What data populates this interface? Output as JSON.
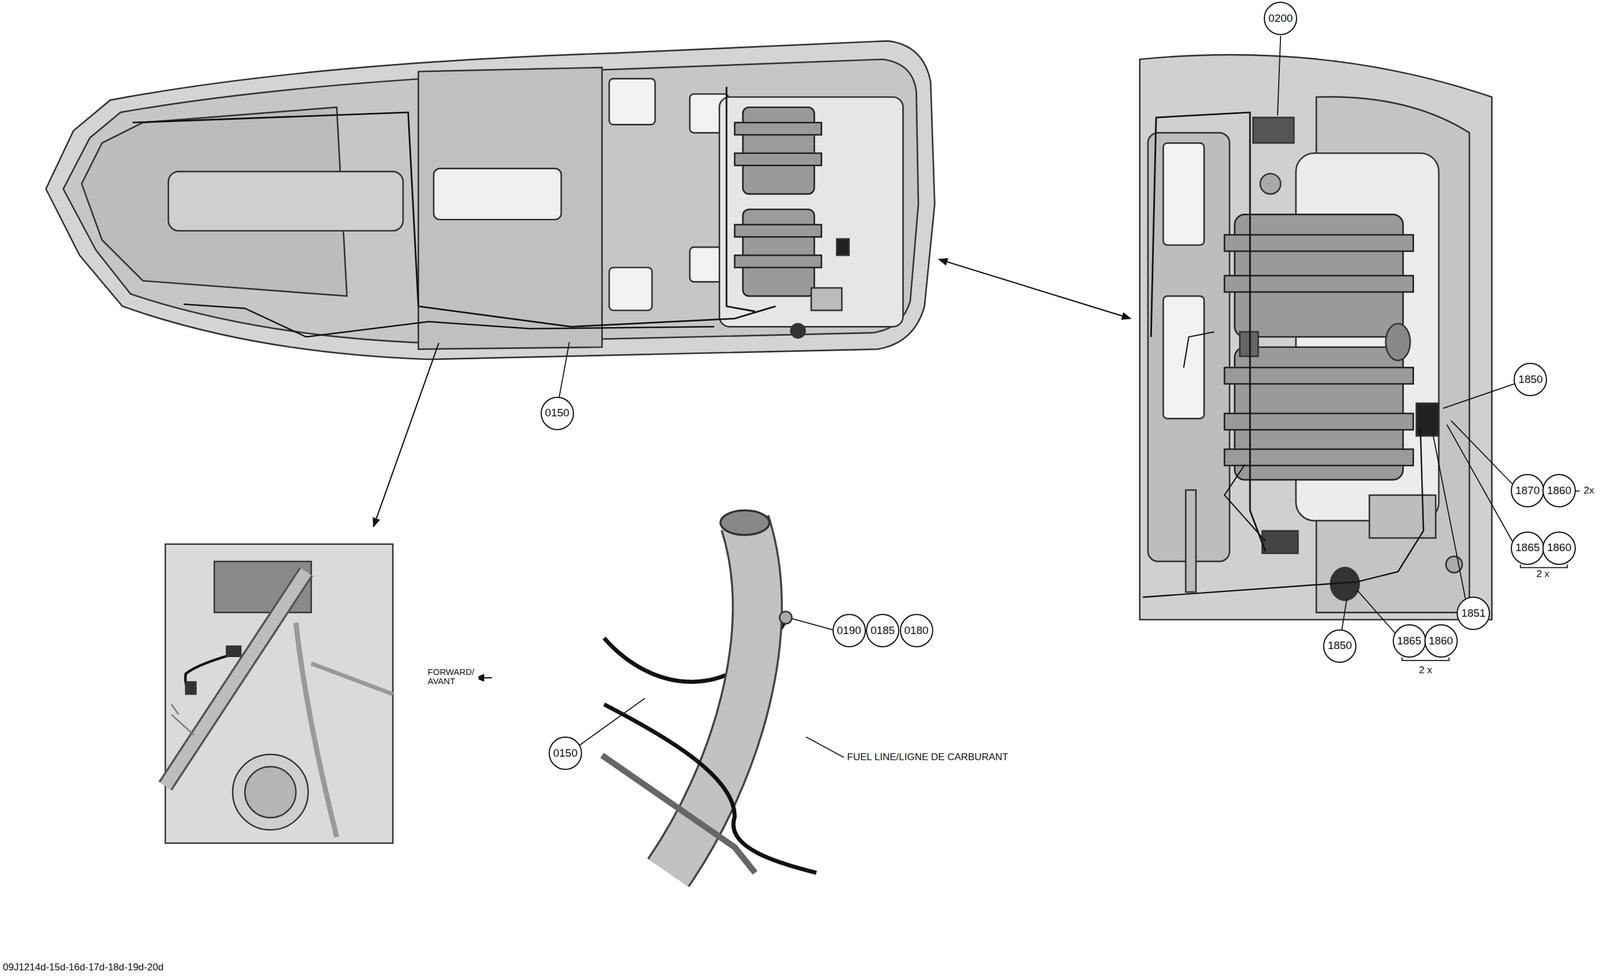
{
  "diagram": {
    "labels": [
      "0200",
      "1850",
      "1870",
      "1860",
      "2x",
      "1865",
      "1860",
      "2 x",
      "1851",
      "1850",
      "1865",
      "1860",
      "2 x",
      "0150",
      "0190",
      "0185",
      "0180",
      "0150",
      "FORWARD/ AVANT",
      "FUEL LINE/LIGNE DE CARBURANT",
      "09J1214d-15d-16d-17d-18d-19d-20d"
    ]
  }
}
